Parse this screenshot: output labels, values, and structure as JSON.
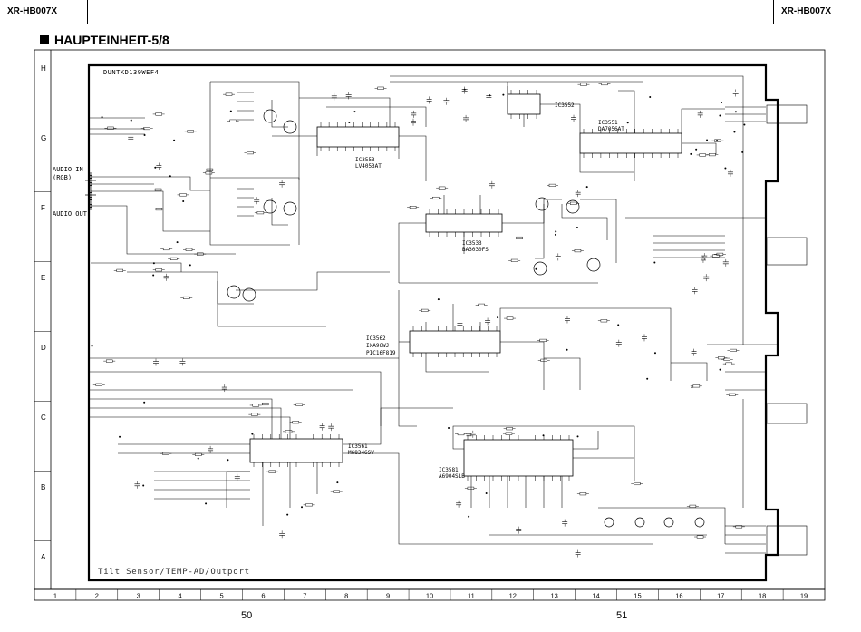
{
  "header": {
    "model_left": "XR-HB007X",
    "model_right": "XR-HB007X",
    "title": "HAUPTEINHEIT-5/8"
  },
  "board_label": "DUNTKD139WEF4",
  "footer_label": "Tilt Sensor/TEMP-AD/Outport",
  "connector_labels": {
    "audio_in": "AUDIO IN",
    "rgb": "(RGB)",
    "audio_out": "AUDIO OUT"
  },
  "row_labels": [
    "H",
    "G",
    "F",
    "E",
    "D",
    "C",
    "B",
    "A"
  ],
  "column_labels": [
    "1",
    "2",
    "3",
    "4",
    "5",
    "6",
    "7",
    "8",
    "9",
    "10",
    "11",
    "12",
    "13",
    "14",
    "15",
    "16",
    "17",
    "18",
    "19"
  ],
  "page_numbers": {
    "left": "50",
    "right": "51"
  },
  "ics": [
    {
      "id": "ic3553",
      "ref": "IC3553",
      "part": "LV4053AT"
    },
    {
      "id": "ic3552",
      "ref": "IC3552",
      "part": ""
    },
    {
      "id": "ic3551",
      "ref": "IC3551",
      "part": "DA7056AT"
    },
    {
      "id": "ic3533",
      "ref": "IC3533",
      "part": "BA3030FS"
    },
    {
      "id": "ic3562",
      "ref": "IC3562",
      "part": "IXA96WJ\nPIC16F819"
    },
    {
      "id": "ic3561",
      "ref": "IC3561",
      "part": "M68346SV"
    },
    {
      "id": "ic3581",
      "ref": "IC3581",
      "part": "A6904SLB"
    }
  ]
}
